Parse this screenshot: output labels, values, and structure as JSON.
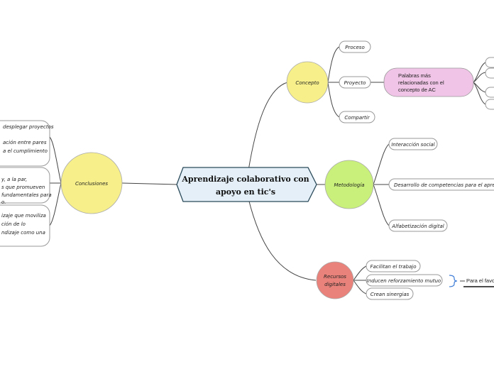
{
  "central": {
    "line1": "Aprendizaje colaborativo con",
    "line2": "apoyo en tic's"
  },
  "concepto": {
    "label": "Concepto",
    "children": [
      "Proceso",
      "Proyecto",
      "Compartir"
    ],
    "palabras": {
      "line1": "Palabras más",
      "line2": "relacionadas con el",
      "line3": "concepto de AC"
    }
  },
  "metodologia": {
    "label": "Metodología",
    "children": [
      "Interacción social",
      "Desarrollo de competencias para el aprendizaje",
      "Alfabetización digital"
    ]
  },
  "recursos": {
    "line1": "Recursos",
    "line2": "digitales",
    "children": [
      "Facilitan el trabajo",
      "Inducen reforzamiento mutuo",
      "Crean sinergias"
    ],
    "extra": "Para el favore"
  },
  "conclusiones": {
    "label": "Conclusiones",
    "box1": [
      "desplegar proyectos",
      "",
      "ación entre pares",
      "a el cumplimiento"
    ],
    "box2": [
      "y, a la par,",
      "s que promueven",
      "fundamentales para",
      "o."
    ],
    "box3": [
      "izaje que moviliza",
      "ción de lo",
      "ndizaje como una"
    ]
  },
  "colors": {
    "concepto": "#f7f08a",
    "metodologia": "#c9f07a",
    "recursos": "#e8827a",
    "conclusiones": "#f7f08a",
    "palabras": "#f0c4e6",
    "central_fill": "#e4eff7",
    "central_stroke": "#2a4a5a"
  }
}
